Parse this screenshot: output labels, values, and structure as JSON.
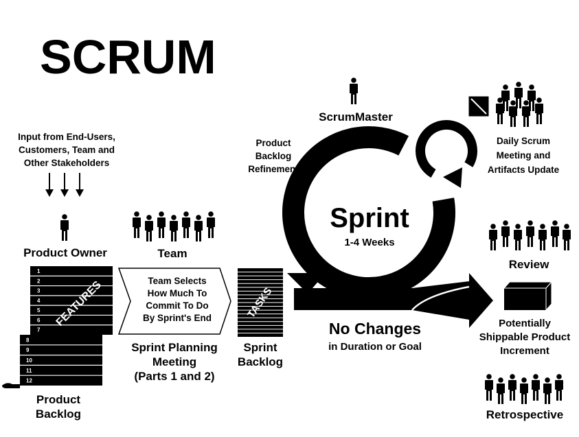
{
  "title": "SCRUM",
  "input": [
    "Input from End-Users,",
    "Customers, Team and",
    "Other Stakeholders"
  ],
  "product_owner": "Product Owner",
  "team": "Team",
  "features_label": "FEATURES",
  "backlog_numbers": [
    "1",
    "2",
    "3",
    "4",
    "5",
    "6",
    "7",
    "8",
    "9",
    "10",
    "11",
    "12"
  ],
  "product_backlog": [
    "Product",
    "Backlog"
  ],
  "team_selects": [
    "Team Selects",
    "How Much To",
    "Commit To Do",
    "By Sprint's End"
  ],
  "sprint_planning": [
    "Sprint Planning",
    "Meeting",
    "(Parts 1 and 2)"
  ],
  "tasks_label": "TASKS",
  "sprint_backlog": [
    "Sprint",
    "Backlog"
  ],
  "scrummaster": "ScrumMaster",
  "refinement": [
    "Product",
    "Backlog",
    "Refinement"
  ],
  "daily_scrum": [
    "Daily Scrum",
    "Meeting and",
    "Artifacts Update"
  ],
  "sprint": "Sprint",
  "sprint_duration": "1-4 Weeks",
  "no_changes": "No Changes",
  "no_changes_sub": "in Duration or Goal",
  "review": "Review",
  "increment": [
    "Potentially",
    "Shippable Product",
    "Increment"
  ],
  "retrospective": "Retrospective",
  "colors": {
    "ink": "#000000",
    "paper": "#ffffff"
  },
  "icons": [
    "person-icon",
    "down-arrow-icon",
    "flow-arrow-icon",
    "box-icon",
    "clock-icon"
  ]
}
